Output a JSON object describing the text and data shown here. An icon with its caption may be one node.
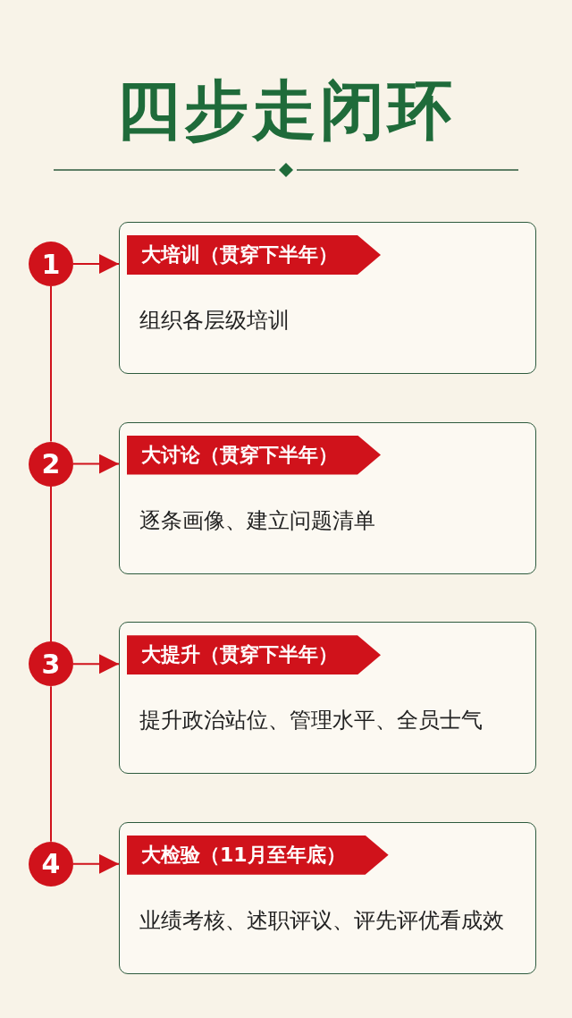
{
  "diagram": {
    "title": "四步走闭环",
    "nodes": [
      {
        "text": [
          "1"
        ]
      },
      {
        "text": [
          "大培训（贯穿下半年）",
          "组织各层级培训"
        ]
      },
      {
        "text": [
          "2"
        ]
      },
      {
        "text": [
          "大讨论（贯穿下半年）",
          "逐条画像、建立问题清单"
        ]
      },
      {
        "text": [
          "3"
        ]
      },
      {
        "text": [
          "大提升（贯穿下半年）",
          "提升政治站位、管理水平、全员士气"
        ]
      },
      {
        "text": [
          "4"
        ]
      },
      {
        "text": [
          "大检验（11月至年底）",
          "业绩考核、述职评议、评先评优看成效"
        ]
      }
    ],
    "edges": [
      {
        "from": 0,
        "to": 1,
        "arrow": "to"
      },
      {
        "from": 2,
        "to": 3,
        "arrow": "to"
      },
      {
        "from": 4,
        "to": 5,
        "arrow": "to"
      },
      {
        "from": 6,
        "to": 7,
        "arrow": "to"
      },
      {
        "from": 0,
        "to": 2,
        "arrow": "none"
      },
      {
        "from": 2,
        "to": 4,
        "arrow": "none"
      },
      {
        "from": 4,
        "to": 6,
        "arrow": "none"
      }
    ]
  }
}
